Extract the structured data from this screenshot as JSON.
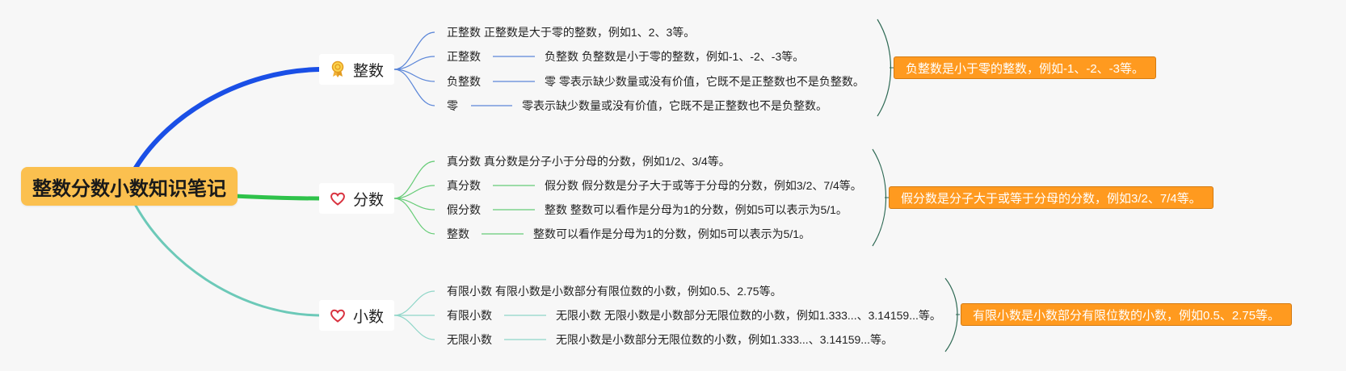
{
  "root": {
    "label": "整数分数小数知识笔记"
  },
  "branches": [
    {
      "label": "整数",
      "icon": "award-ribbon-icon",
      "color": "#1a4fe6",
      "leaf_color": "#5b86d8",
      "leaves": [
        {
          "parts": [
            "正整数 正整数是大于零的整数，例如1、2、3等。"
          ]
        },
        {
          "parts": [
            "正整数",
            "负整数 负整数是小于零的整数，例如-1、-2、-3等。"
          ]
        },
        {
          "parts": [
            "负整数",
            "零 零表示缺少数量或没有价值，它既不是正整数也不是负整数。"
          ]
        },
        {
          "parts": [
            "零",
            "零表示缺少数量或没有价值，它既不是正整数也不是负整数。"
          ]
        }
      ],
      "summary": "负整数是小于零的整数，例如-1、-2、-3等。"
    },
    {
      "label": "分数",
      "icon": "heart-icon",
      "color": "#2ec24a",
      "leaf_color": "#66cc77",
      "leaves": [
        {
          "parts": [
            "真分数 真分数是分子小于分母的分数，例如1/2、3/4等。"
          ]
        },
        {
          "parts": [
            "真分数",
            "假分数 假分数是分子大于或等于分母的分数，例如3/2、7/4等。"
          ]
        },
        {
          "parts": [
            "假分数",
            "整数 整数可以看作是分母为1的分数，例如5可以表示为5/1。"
          ]
        },
        {
          "parts": [
            "整数",
            "整数可以看作是分母为1的分数，例如5可以表示为5/1。"
          ]
        }
      ],
      "summary": "假分数是分子大于或等于分母的分数，例如3/2、7/4等。"
    },
    {
      "label": "小数",
      "icon": "heart-icon",
      "color": "#6cc9b8",
      "leaf_color": "#8fd6c8",
      "leaves": [
        {
          "parts": [
            "有限小数 有限小数是小数部分有限位数的小数，例如0.5、2.75等。"
          ]
        },
        {
          "parts": [
            "有限小数",
            "无限小数 无限小数是小数部分无限位数的小数，例如1.333...、3.14159...等。"
          ]
        },
        {
          "parts": [
            "无限小数",
            "无限小数是小数部分无限位数的小数，例如1.333...、3.14159...等。"
          ]
        }
      ],
      "summary": "有限小数是小数部分有限位数的小数，例如0.5、2.75等。"
    }
  ],
  "colors": {
    "summary_fill": "#ff9a1f",
    "summary_border": "#d47a10",
    "root_fill": "#fbc04f",
    "brace_integer": "#2f6a55",
    "brace_fraction": "#2f6a55",
    "brace_decimal": "#2f6a55"
  }
}
